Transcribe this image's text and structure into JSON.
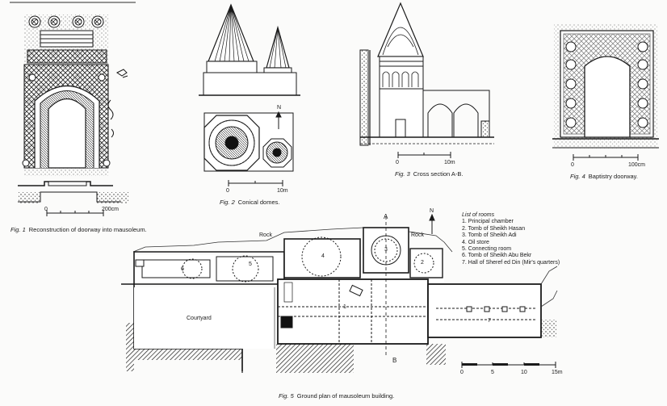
{
  "figures": {
    "fig1": {
      "num": "Fig. 1",
      "caption": "Reconstruction of doorway into mausoleum.",
      "scale_start": "0",
      "scale_end": "200cm"
    },
    "fig2": {
      "num": "Fig. 2",
      "caption": "Conical domes.",
      "north": "N",
      "scale_start": "0",
      "scale_end": "10m"
    },
    "fig3": {
      "num": "Fig. 3",
      "caption": "Cross section A-B.",
      "scale_start": "0",
      "scale_end": "10m"
    },
    "fig4": {
      "num": "Fig. 4",
      "caption": "Baptistry doorway.",
      "scale_start": "0",
      "scale_end": "100cm"
    },
    "fig5": {
      "num": "Fig. 5",
      "caption": "Ground plan of mausoleum building.",
      "section_a": "A",
      "section_b": "B",
      "north": "N",
      "rock_left": "Rock",
      "rock_right": "Rock",
      "courtyard": "Courtyard",
      "room_numbers": [
        "1",
        "2",
        "3",
        "4",
        "5",
        "6",
        "7"
      ],
      "scale": [
        "0",
        "5",
        "10",
        "15m"
      ]
    }
  },
  "rooms": {
    "title": "List of rooms",
    "items": [
      "1.  Principal chamber",
      "2.  Tomb of Sheikh Hasan",
      "3.  Tomb of Sheikh Adi",
      "4.  Oil store",
      "5.  Connecting room",
      "6.  Tomb of Sheikh Abu Bekr",
      "7.  Hall of Sheref ed Din (Mir's quarters)"
    ]
  }
}
